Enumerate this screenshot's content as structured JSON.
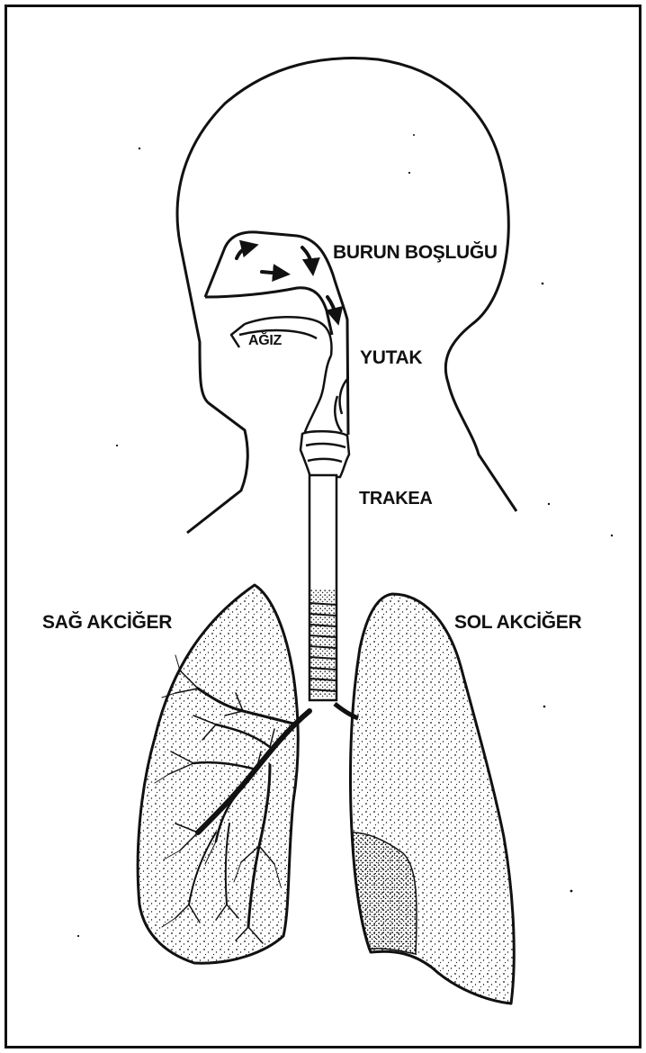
{
  "labels": {
    "nasal_cavity": "BURUN BOŞLUĞU",
    "mouth": "AĞIZ",
    "pharynx": "YUTAK",
    "trachea": "TRAKEA",
    "right_lung": "SAĞ AKCİĞER",
    "left_lung": "SOL AKCİĞER"
  },
  "colors": {
    "ink": "#111111",
    "background": "#ffffff"
  }
}
